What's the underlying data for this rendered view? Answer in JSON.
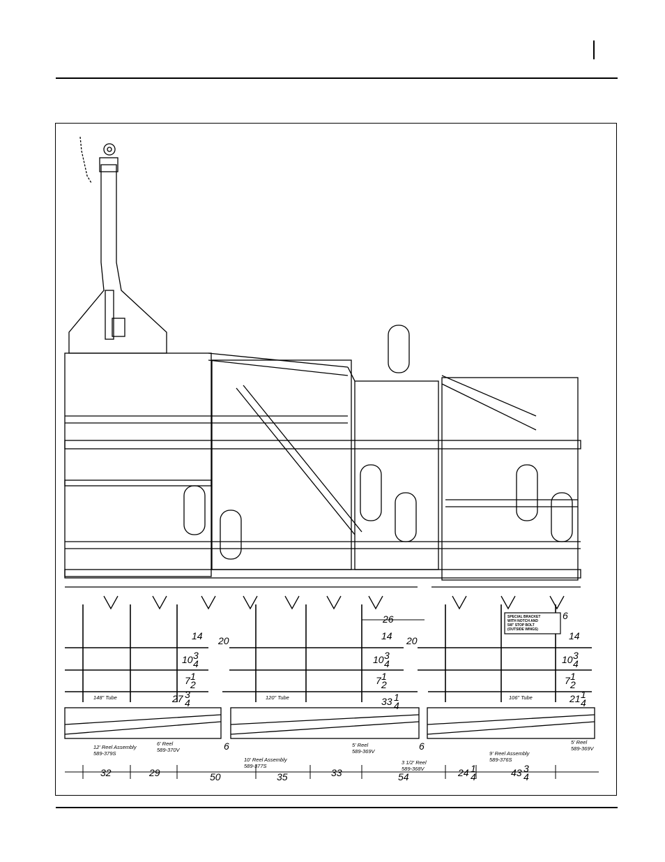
{
  "header": {
    "page_number": ""
  },
  "figure": {
    "labels": {
      "tube_148": "148\" Tube",
      "tube_120": "120\" Tube",
      "tube_106": "106\" Tube",
      "reel_12_name": "12' Reel Assembly",
      "reel_12_part": "589-379S",
      "reel_6_name": "6' Reel",
      "reel_6_part": "589-370V",
      "reel_10_name": "10' Reel Assembly",
      "reel_10_part": "589-377S",
      "reel_5a_name": "5' Reel",
      "reel_5a_part": "589-369V",
      "reel_3h_name": "3 1/2' Reel",
      "reel_3h_part": "589-368V",
      "reel_9_name": "9' Reel Assembly",
      "reel_9_part": "589-376S",
      "reel_5b_name": "5' Reel",
      "reel_5b_part": "589-369V",
      "note_line1": "SPECIAL BRACKET",
      "note_line2": "WITH NOTCH AND",
      "note_line3": "5/8\" STOP BOLT",
      "note_line4": "(OUTSIDE WINGS)"
    },
    "dimensions": {
      "d26": "26",
      "d6_right": "6",
      "d14_a": "14",
      "d20_a": "20",
      "d14_b": "14",
      "d20_b": "20",
      "d14_c": "14",
      "d10_a": "10",
      "d10_b": "10",
      "d10_c": "10",
      "d7_a": "7",
      "d7_b": "7",
      "d7_c": "7",
      "d27": "27",
      "d33": "33",
      "d21": "21",
      "frac_num_3": "3",
      "frac_den_4": "4",
      "frac_num_1": "1",
      "frac_den_2": "2",
      "d6_a": "6",
      "d6_b": "6",
      "bottom": [
        "32",
        "29",
        "50",
        "35",
        "33",
        "54",
        "24",
        "43"
      ]
    }
  }
}
